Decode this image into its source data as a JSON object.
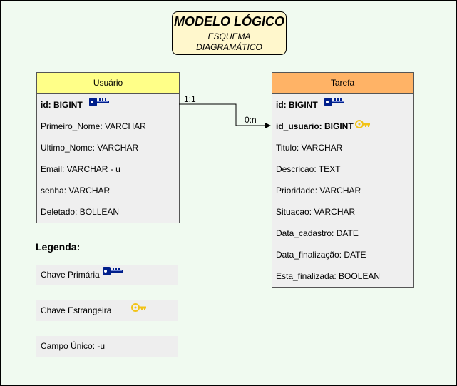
{
  "title": {
    "main": "MODELO LÓGICO",
    "sub_line1": "ESQUEMA",
    "sub_line2": "DIAGRAMÁTICO"
  },
  "colors": {
    "usuario_header": "#ffff88",
    "tarefa_header": "#ffb366",
    "primary_key": "#001f8b",
    "foreign_key": "#f2c318"
  },
  "usuario": {
    "name": "Usuário",
    "fields": [
      {
        "label": "id: BIGINT",
        "bold": true,
        "icon": "primary-key-icon"
      },
      {
        "label": "Primeiro_Nome: VARCHAR"
      },
      {
        "label": "Ultimo_Nome: VARCHAR"
      },
      {
        "label": "Email: VARCHAR - u"
      },
      {
        "label": "senha: VARCHAR"
      },
      {
        "label": "Deletado: BOLLEAN"
      }
    ]
  },
  "tarefa": {
    "name": "Tarefa",
    "fields": [
      {
        "label": "id: BIGINT",
        "bold": true,
        "icon": "primary-key-icon"
      },
      {
        "label": "id_usuario: BIGINT",
        "bold": true,
        "icon": "foreign-key-icon"
      },
      {
        "label": "Titulo: VARCHAR"
      },
      {
        "label": "Descricao: TEXT"
      },
      {
        "label": "Prioridade: VARCHAR"
      },
      {
        "label": "Situacao: VARCHAR"
      },
      {
        "label": "Data_cadastro: DATE"
      },
      {
        "label": "Data_finalização: DATE"
      },
      {
        "label": "Esta_finalizada: BOOLEAN"
      }
    ]
  },
  "relationship": {
    "source_cardinality": "1:1",
    "target_cardinality": "0:n"
  },
  "legend": {
    "title": "Legenda:",
    "items": [
      {
        "label": "Chave Primária",
        "icon": "primary-key-icon"
      },
      {
        "label": "Chave Estrangeira",
        "icon": "foreign-key-icon"
      },
      {
        "label": "Campo Único: -u"
      }
    ]
  }
}
